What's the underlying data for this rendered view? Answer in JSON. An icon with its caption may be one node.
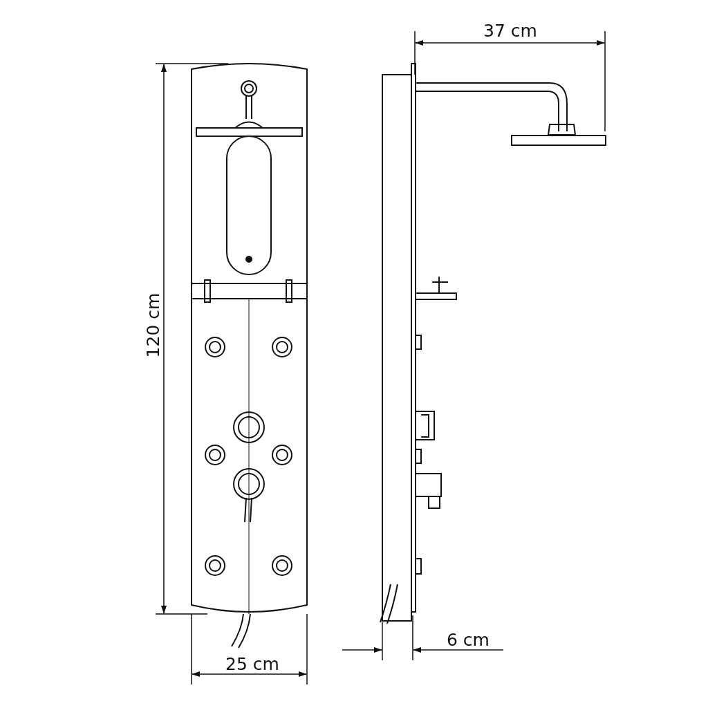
{
  "diagram": {
    "labels": [
      "37 cm",
      "120 cm",
      "25 cm",
      "6 cm"
    ]
  }
}
